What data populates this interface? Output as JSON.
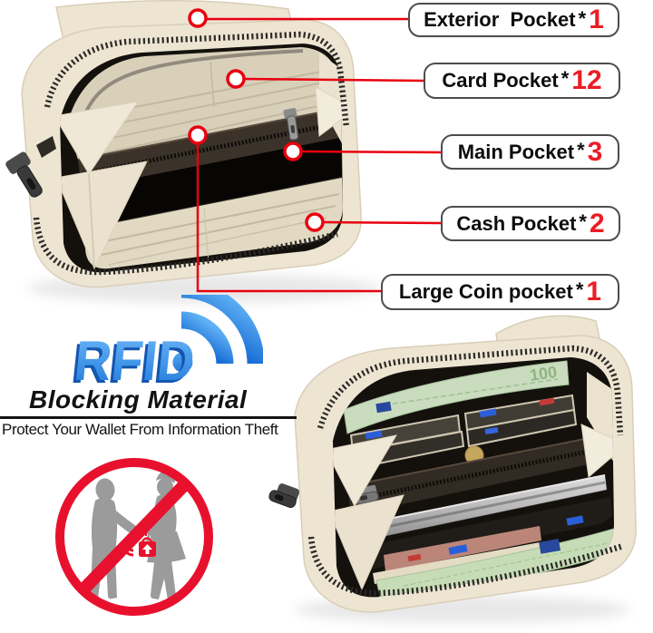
{
  "product_callouts": [
    {
      "label": "Exterior  Pocket",
      "star": "*",
      "count": "1"
    },
    {
      "label": "Card Pocket",
      "star": "*",
      "count": "12"
    },
    {
      "label": "Main Pocket",
      "star": "*",
      "count": "3"
    },
    {
      "label": "Cash Pocket",
      "star": "*",
      "count": "2"
    },
    {
      "label": "Large Coin pocket",
      "star": "*",
      "count": "1"
    }
  ],
  "rfid_block": {
    "logo": "RFID",
    "title": "Blocking Material",
    "subtitle": "Protect Your Wallet From Information Theft"
  },
  "banknote": {
    "denomination": "100"
  },
  "colors": {
    "callout_red": "#e8000f",
    "count_red": "#ed1c24",
    "rfid_blue": "#2e8be8",
    "rfid_blue_dark": "#1256ae",
    "prohibition_red": "#e8112d",
    "silhouette_gray": "#9b9b9b",
    "leather_cream": "#ede5d2",
    "interior_dark": "#14110d",
    "euro_green": "#c6dcb6",
    "eu_flag_blue": "#27489c"
  }
}
